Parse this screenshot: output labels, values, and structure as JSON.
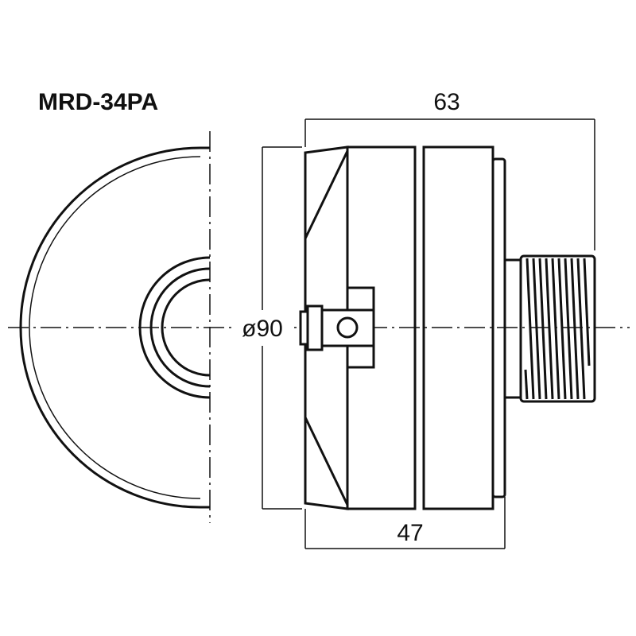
{
  "title": "MRD-34PA",
  "dimensions": {
    "overall_length": "63",
    "body_length": "47",
    "diameter": "ø90"
  }
}
